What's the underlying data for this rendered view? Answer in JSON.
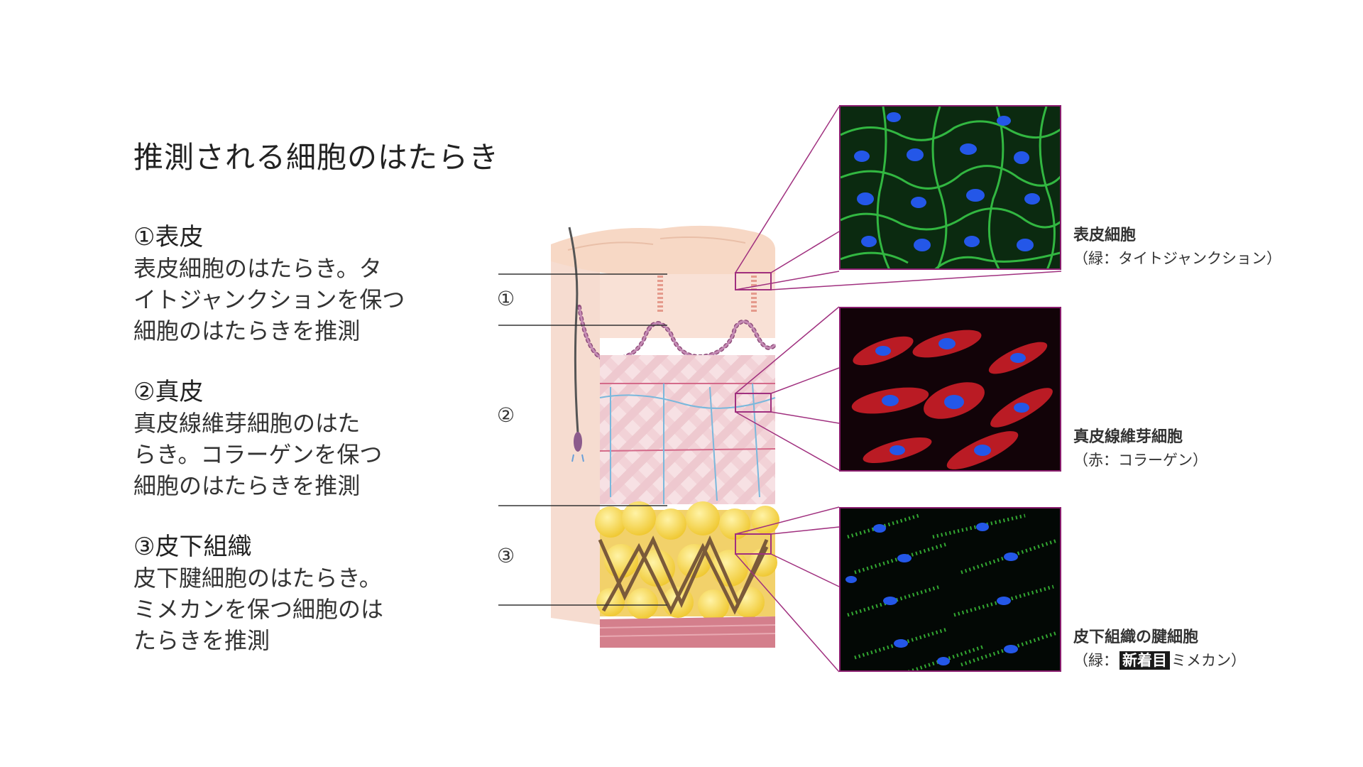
{
  "page_title": "推測される細胞のはたらき",
  "sections": [
    {
      "heading": "①表皮",
      "lines": [
        "表皮細胞のはたらき。タ",
        "イトジャンクションを保つ",
        "細胞のはたらきを推測"
      ]
    },
    {
      "heading": "②真皮",
      "lines": [
        "真皮線維芽細胞のはた",
        "らき。コラーゲンを保つ",
        "細胞のはたらきを推測"
      ]
    },
    {
      "heading": "③皮下組織",
      "lines": [
        "皮下腱細胞のはたらき。",
        "ミメカンを保つ細胞のは",
        "たらきを推測"
      ]
    }
  ],
  "diagram_markers": [
    "①",
    "②",
    "③"
  ],
  "micrographs": [
    {
      "title": "表皮細胞",
      "subtitle": "（緑：タイトジャンクション）",
      "stain_color": "#2fb83a",
      "nucleus_color": "#2457e8"
    },
    {
      "title": "真皮線維芽細胞",
      "subtitle": "（赤：コラーゲン）",
      "stain_color": "#e0202a",
      "nucleus_color": "#2457e8"
    },
    {
      "title": "皮下組織の腱細胞",
      "subtitle_prefix": "（緑：",
      "badge": "新着目",
      "subtitle_suffix": "ミメカン）",
      "stain_color": "#39b83a",
      "nucleus_color": "#2457e8"
    }
  ],
  "colors": {
    "callout_line": "#a0307f",
    "micro_border": "#8a1d6e",
    "epidermis": "#f4cdb8",
    "dermis": "#f2d0d6",
    "fat": "#f5d64a",
    "tendon_web": "#7a5a3a",
    "muscle": "#d47f8c"
  }
}
